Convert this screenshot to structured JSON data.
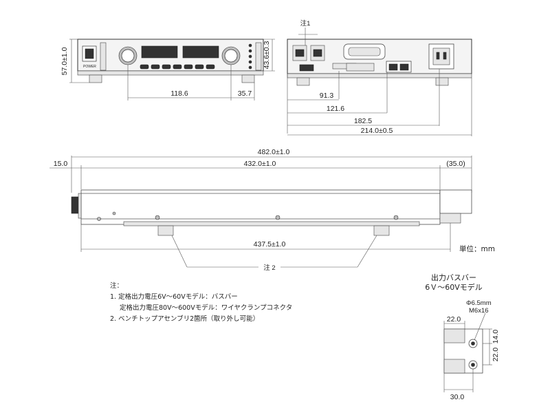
{
  "front_view": {
    "height_label": "57.0±1.0",
    "height2_label": "43.6±0.3",
    "span_label": "118.6",
    "offset_label": "35.7"
  },
  "rear_view": {
    "note_label": "注1",
    "dims": [
      "91.3",
      "121.6",
      "182.5",
      "214.0±0.5"
    ]
  },
  "side_view": {
    "total_label": "482.0±1.0",
    "left_label": "15.0",
    "mid_label": "432.0±1.0",
    "right_label": "(35.0)",
    "bottom_label": "437.5±1.0",
    "note_ref": "注 2"
  },
  "unit_label": "単位：mm",
  "notes": {
    "header": "注：",
    "line1": "1. 定格出力電圧6V～60Vモデル：バスバー",
    "line2": "定格出力電圧80V～600Vモデル：ワイヤクランプコネクタ",
    "line3": "2. ベンチトップアセンブリ2箇所（取り外し可能）"
  },
  "busbar": {
    "title1": "出力バスバー",
    "title2": "6Ｖ～60Vモデル",
    "hole_label": "Φ6.5mm",
    "screw_label": "M6x16",
    "w_top": "22.0",
    "h_right": "14.0",
    "h_right2": "22.0",
    "w_bottom": "30.0"
  }
}
